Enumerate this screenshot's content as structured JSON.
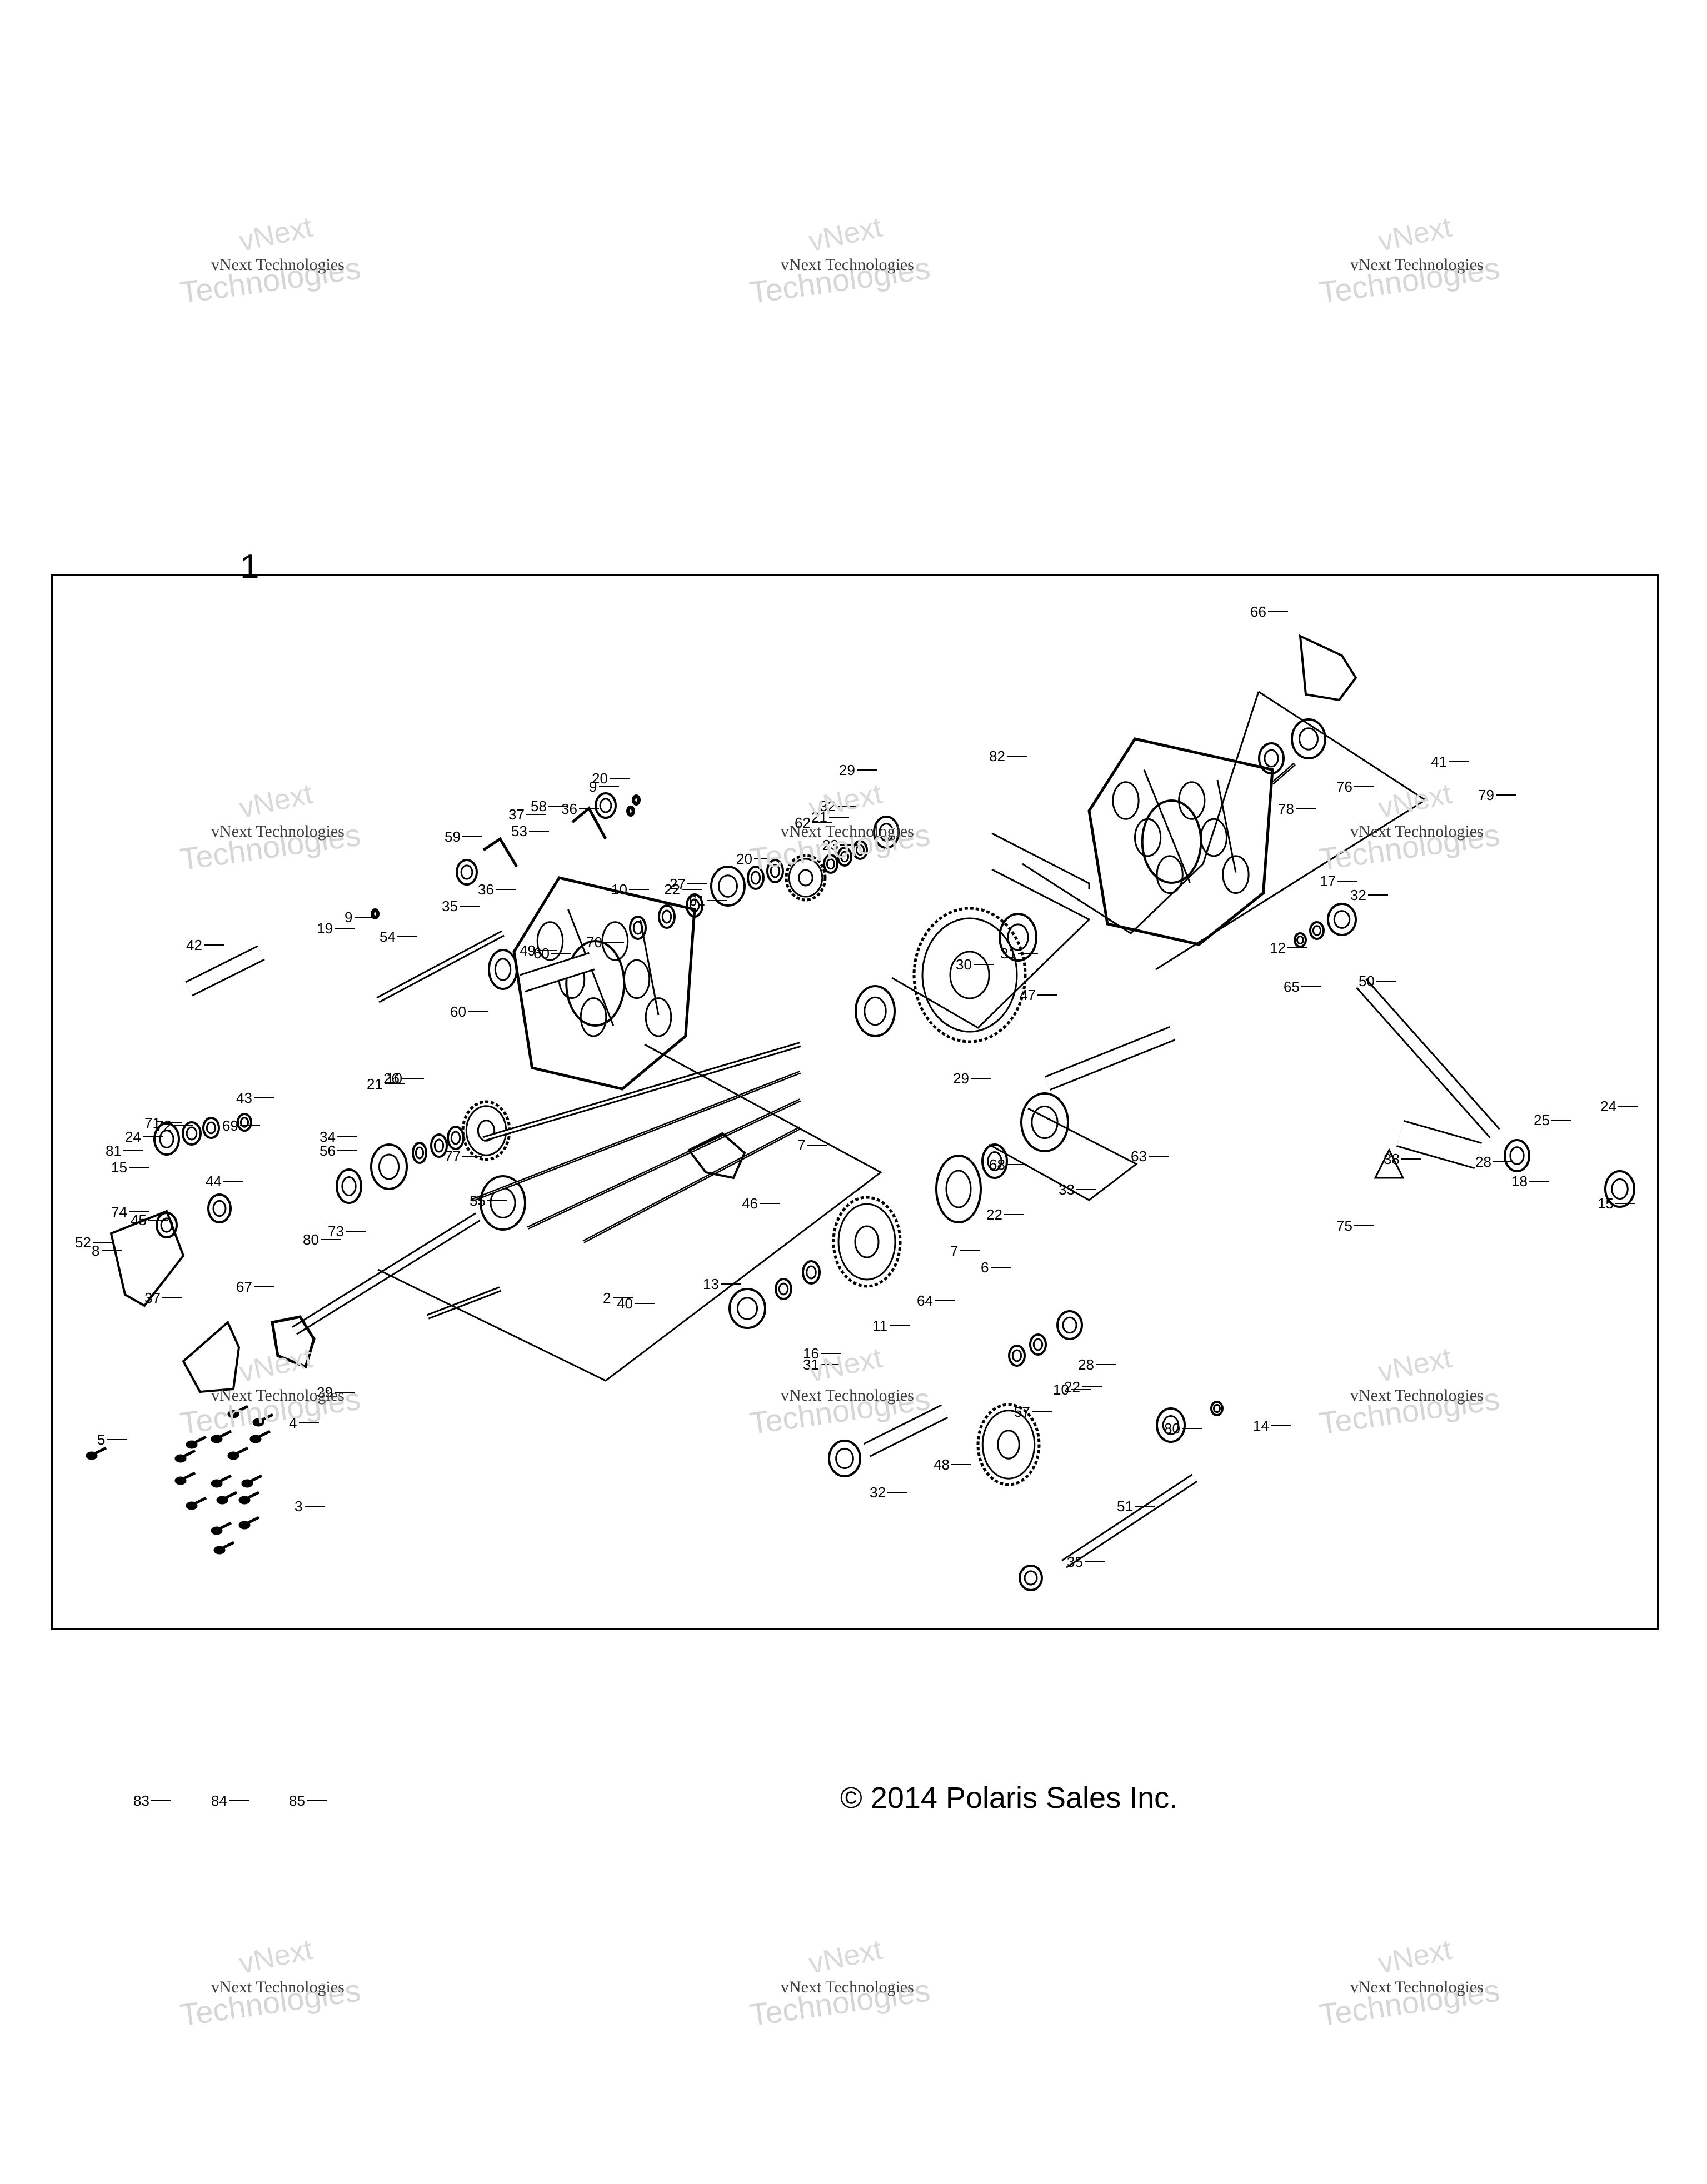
{
  "assembly_number": "1",
  "copyright": "© 2014 Polaris Sales Inc.",
  "watermark": {
    "line1": "vNext",
    "line2": "vNext Technologies",
    "line3": "Technologies"
  },
  "callouts": [
    "2",
    "3",
    "4",
    "5",
    "6",
    "7",
    "7",
    "8",
    "9",
    "9",
    "10",
    "10",
    "10",
    "11",
    "12",
    "13",
    "14",
    "15",
    "15",
    "16",
    "17",
    "18",
    "19",
    "20",
    "20",
    "21",
    "21",
    "22",
    "22",
    "22",
    "23",
    "24",
    "24",
    "25",
    "26",
    "27",
    "28",
    "28",
    "29",
    "29",
    "30",
    "31",
    "31",
    "32",
    "32",
    "32",
    "33",
    "34",
    "35",
    "35",
    "36",
    "36",
    "37",
    "37",
    "38",
    "39",
    "40",
    "41",
    "42",
    "43",
    "44",
    "45",
    "46",
    "47",
    "48",
    "49",
    "50",
    "51",
    "52",
    "53",
    "54",
    "55",
    "56",
    "57",
    "58",
    "59",
    "60",
    "60",
    "61",
    "62",
    "63",
    "64",
    "65",
    "66",
    "67",
    "68",
    "69",
    "70",
    "71",
    "72",
    "73",
    "74",
    "75",
    "76",
    "77",
    "78",
    "79",
    "80",
    "80",
    "81",
    "82",
    "83",
    "84",
    "85"
  ],
  "colors": {
    "line": "#000000",
    "watermark_dark": "#3c3c3c",
    "watermark_light": "#d6d6d6"
  }
}
